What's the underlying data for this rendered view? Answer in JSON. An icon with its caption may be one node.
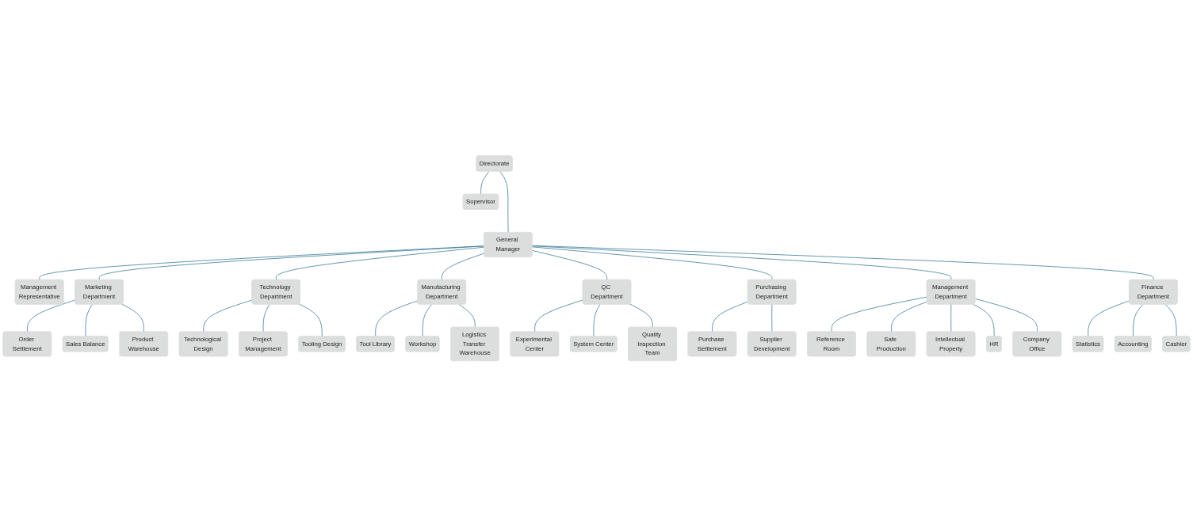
{
  "diagram": {
    "nodes": [
      {
        "text": [
          "Directorate"
        ]
      },
      {
        "text": [
          "Supervisor"
        ]
      },
      {
        "text": [
          "General Manager"
        ]
      },
      {
        "text": [
          "Management Representative"
        ]
      },
      {
        "text": [
          "Marketing Department"
        ]
      },
      {
        "text": [
          "Order Settlement"
        ]
      },
      {
        "text": [
          "Sales Balance"
        ]
      },
      {
        "text": [
          "Product Warehouse"
        ]
      },
      {
        "text": [
          "Technology Department"
        ]
      },
      {
        "text": [
          "Technological Design"
        ]
      },
      {
        "text": [
          "Project Management"
        ]
      },
      {
        "text": [
          "Tooling Design"
        ]
      },
      {
        "text": [
          "Manufacturing Department"
        ]
      },
      {
        "text": [
          "Tool Library"
        ]
      },
      {
        "text": [
          "Workshop"
        ]
      },
      {
        "text": [
          "Logistics Transfer Warehouse"
        ]
      },
      {
        "text": [
          "QC Department"
        ]
      },
      {
        "text": [
          "Experimental Center"
        ]
      },
      {
        "text": [
          "System Center"
        ]
      },
      {
        "text": [
          "Quality Inspection Team"
        ]
      },
      {
        "text": [
          "Purchasing Department"
        ]
      },
      {
        "text": [
          "Purchase Settlement"
        ]
      },
      {
        "text": [
          "Supplier Development"
        ]
      },
      {
        "text": [
          "Management Department"
        ]
      },
      {
        "text": [
          "Reference Room"
        ]
      },
      {
        "text": [
          "Safe Production"
        ]
      },
      {
        "text": [
          "Intellectual Property"
        ]
      },
      {
        "text": [
          "HR"
        ]
      },
      {
        "text": [
          "Company Office"
        ]
      },
      {
        "text": [
          "Finance Department"
        ]
      },
      {
        "text": [
          "Statistics"
        ]
      },
      {
        "text": [
          "Accounting"
        ]
      },
      {
        "text": [
          "Cashier"
        ]
      }
    ],
    "edges": [
      {
        "from": 0,
        "to": 1,
        "arrow": "none"
      },
      {
        "from": 0,
        "to": 2,
        "arrow": "none"
      },
      {
        "from": 2,
        "to": 3,
        "arrow": "none"
      },
      {
        "from": 2,
        "to": 4,
        "arrow": "none"
      },
      {
        "from": 2,
        "to": 8,
        "arrow": "none"
      },
      {
        "from": 2,
        "to": 12,
        "arrow": "none"
      },
      {
        "from": 2,
        "to": 16,
        "arrow": "none"
      },
      {
        "from": 2,
        "to": 20,
        "arrow": "none"
      },
      {
        "from": 2,
        "to": 23,
        "arrow": "none"
      },
      {
        "from": 2,
        "to": 29,
        "arrow": "none"
      },
      {
        "from": 4,
        "to": 5,
        "arrow": "none"
      },
      {
        "from": 4,
        "to": 6,
        "arrow": "none"
      },
      {
        "from": 4,
        "to": 7,
        "arrow": "none"
      },
      {
        "from": 8,
        "to": 9,
        "arrow": "none"
      },
      {
        "from": 8,
        "to": 10,
        "arrow": "none"
      },
      {
        "from": 8,
        "to": 11,
        "arrow": "none"
      },
      {
        "from": 12,
        "to": 13,
        "arrow": "none"
      },
      {
        "from": 12,
        "to": 14,
        "arrow": "none"
      },
      {
        "from": 12,
        "to": 15,
        "arrow": "none"
      },
      {
        "from": 16,
        "to": 17,
        "arrow": "none"
      },
      {
        "from": 16,
        "to": 18,
        "arrow": "none"
      },
      {
        "from": 16,
        "to": 19,
        "arrow": "none"
      },
      {
        "from": 20,
        "to": 21,
        "arrow": "none"
      },
      {
        "from": 20,
        "to": 22,
        "arrow": "none"
      },
      {
        "from": 23,
        "to": 24,
        "arrow": "none"
      },
      {
        "from": 23,
        "to": 25,
        "arrow": "none"
      },
      {
        "from": 23,
        "to": 26,
        "arrow": "none"
      },
      {
        "from": 23,
        "to": 27,
        "arrow": "none"
      },
      {
        "from": 23,
        "to": 28,
        "arrow": "none"
      },
      {
        "from": 29,
        "to": 30,
        "arrow": "none"
      },
      {
        "from": 29,
        "to": 31,
        "arrow": "none"
      },
      {
        "from": 29,
        "to": 32,
        "arrow": "none"
      }
    ]
  }
}
